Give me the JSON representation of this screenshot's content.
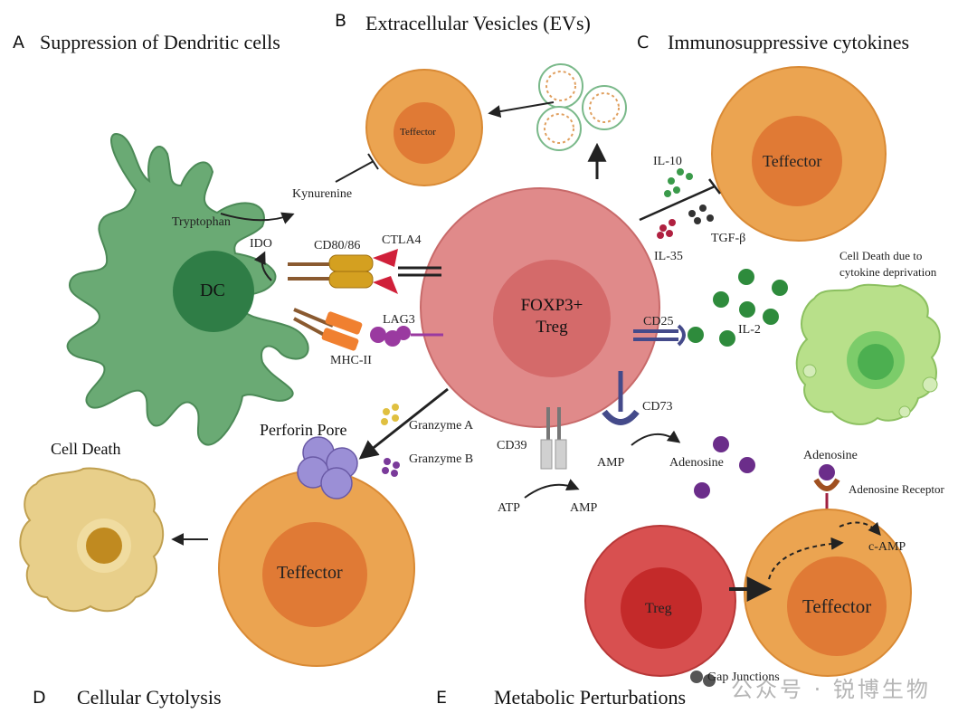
{
  "sections": {
    "A": {
      "letter": "A",
      "title": "Suppression of Dendritic cells"
    },
    "B": {
      "letter": "B",
      "title": "Extracellular Vesicles (EVs)"
    },
    "C": {
      "letter": "C",
      "title": "Immunosuppressive cytokines"
    },
    "D": {
      "letter": "D",
      "title": "Cellular Cytolysis"
    },
    "E": {
      "letter": "E",
      "title": "Metabolic Perturbations"
    }
  },
  "cells": {
    "treg_center": "FOXP3+\nTreg",
    "dc": "DC",
    "teffector_ev": "Teffector",
    "teffector_cytokine": "Teffector",
    "teffector_cytolysis": "Teffector",
    "teffector_metabolic": "Teffector",
    "treg_small": "Treg"
  },
  "labels": {
    "kynurenine": "Kynurenine",
    "tryptophan": "Tryptophan",
    "ido": "IDO",
    "cd80_86": "CD80/86",
    "ctla4": "CTLA4",
    "lag3": "LAG3",
    "mhc_ii": "MHC-II",
    "il10": "IL-10",
    "il35": "IL-35",
    "tgfb": "TGF-β",
    "cd25": "CD25",
    "il2": "IL-2",
    "cell_death_cytokine": "Cell Death due to\ncytokine deprivation",
    "cd73": "CD73",
    "cd39": "CD39",
    "amp_1": "AMP",
    "adenosine_1": "Adenosine",
    "atp": "ATP",
    "amp_2": "AMP",
    "adenosine_2": "Adenosine",
    "adenosine_receptor": "Adenosine Receptor",
    "camp": "c-AMP",
    "gap_junctions": "Gap Junctions",
    "perforin_pore": "Perforin Pore",
    "granzyme_a": "Granzyme A",
    "granzyme_b": "Granzyme B",
    "cell_death": "Cell Death"
  },
  "watermark": "公众号 · 锐博生物",
  "colors": {
    "treg": "#e08a8a",
    "treg_nucleus": "#d46a6a",
    "dc": "#6aaa74",
    "dc_nucleus": "#2f7d46",
    "teffector": "#eba451",
    "teffector_nucleus": "#e07a35",
    "dead_green": "#b8e08a",
    "dead_tan": "#e8cf8a",
    "perforin": "#9b8fd6",
    "adenosine": "#6b2d8a",
    "il2": "#2e8b3c"
  }
}
